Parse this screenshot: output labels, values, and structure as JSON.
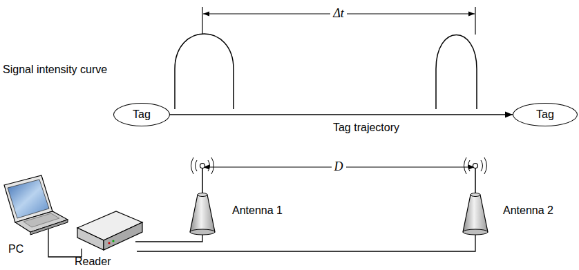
{
  "diagram": {
    "nodes": [
      {
        "text": [
          "Tag"
        ]
      },
      {
        "text": [
          "Tag"
        ]
      }
    ],
    "edges": [
      {
        "from": 0,
        "to": 1,
        "arrow": "to",
        "label": "Tag trajectory"
      }
    ],
    "labels": [
      "Signal intensity curve",
      "Δt",
      "D",
      "Antenna 1",
      "Antenna 2",
      "PC",
      "Reader"
    ]
  }
}
